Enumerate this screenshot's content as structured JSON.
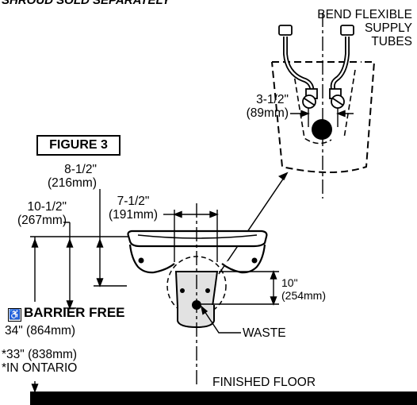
{
  "header_note": "SHROUD SOLD SEPARATELY",
  "figure_label": "FIGURE 3",
  "labels": {
    "bend_tubes": [
      "BEND FLEXIBLE",
      "SUPPLY",
      "TUBES"
    ],
    "supply_spacing": [
      "3-1/2\"",
      "(89mm)"
    ],
    "dim_8_5": [
      "8-1/2\"",
      "(216mm)"
    ],
    "dim_10_5": [
      "10-1/2\"",
      "(267mm)"
    ],
    "dim_7_5": [
      "7-1/2\"",
      "(191mm)"
    ],
    "dim_10": [
      "10\"",
      "(254mm)"
    ],
    "barrier_free": "BARRIER FREE",
    "barrier_free_icon": "wheelchair-accessible-icon",
    "height_34": "34\" (864mm)",
    "height_33": "*33\" (838mm)",
    "ontario": "*IN ONTARIO",
    "waste": "WASTE",
    "floor": "FINISHED FLOOR"
  }
}
